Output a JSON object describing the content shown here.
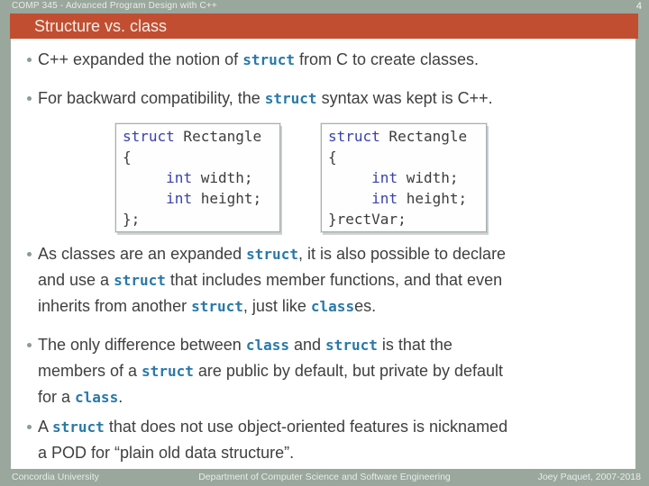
{
  "theme": {
    "slide_background": "#9aa79d",
    "accent_bar": "#c24e31",
    "content_background": "#ffffff",
    "body_text": "#3f3f3f",
    "inline_code_color": "#2979a9",
    "code_keyword_color": "#3a41ad"
  },
  "header": {
    "course": "COMP 345 - Advanced Program Design with C++",
    "page_number": "4",
    "title": "Structure vs. class"
  },
  "bullets": [
    {
      "lines": [
        [
          {
            "t": "C++ expanded the notion of "
          },
          {
            "t": "struct",
            "code": true
          },
          {
            "t": " from C to create classes."
          }
        ]
      ]
    },
    {
      "lines": [
        [
          {
            "t": "For backward compatibility, the "
          },
          {
            "t": "struct",
            "code": true
          },
          {
            "t": " syntax was kept is C++."
          }
        ]
      ]
    },
    {
      "lines": [
        [
          {
            "t": "As classes are an expanded "
          },
          {
            "t": "struct",
            "code": true
          },
          {
            "t": ", it is also possible to declare"
          }
        ],
        [
          {
            "t": "and use a "
          },
          {
            "t": "struct",
            "code": true
          },
          {
            "t": " that includes member functions, and that even"
          }
        ],
        [
          {
            "t": "inherits from another "
          },
          {
            "t": "struct",
            "code": true
          },
          {
            "t": ", just like "
          },
          {
            "t": "class",
            "code": true
          },
          {
            "t": "es."
          }
        ]
      ]
    },
    {
      "lines": [
        [
          {
            "t": "The only difference between "
          },
          {
            "t": "class",
            "code": true
          },
          {
            "t": " and "
          },
          {
            "t": "struct",
            "code": true
          },
          {
            "t": " is that the"
          }
        ],
        [
          {
            "t": "members of a "
          },
          {
            "t": "struct",
            "code": true
          },
          {
            "t": " are public by default, but private by default"
          }
        ],
        [
          {
            "t": "for a "
          },
          {
            "t": "class",
            "code": true
          },
          {
            "t": "."
          }
        ]
      ]
    },
    {
      "lines": [
        [
          {
            "t": "A "
          },
          {
            "t": "struct",
            "code": true
          },
          {
            "t": " that does not use object-oriented features is nicknamed"
          }
        ],
        [
          {
            "t": "a POD for “plain old data structure”."
          }
        ]
      ]
    }
  ],
  "code_blocks": [
    {
      "lines": [
        [
          {
            "t": "struct",
            "kw": true
          },
          {
            "t": " Rectangle"
          }
        ],
        [
          {
            "t": "{"
          }
        ],
        [
          {
            "t": "     "
          },
          {
            "t": "int",
            "kw": true
          },
          {
            "t": " width;"
          }
        ],
        [
          {
            "t": "     "
          },
          {
            "t": "int",
            "kw": true
          },
          {
            "t": " height;"
          }
        ],
        [
          {
            "t": "};"
          }
        ]
      ]
    },
    {
      "lines": [
        [
          {
            "t": "struct",
            "kw": true
          },
          {
            "t": " Rectangle"
          }
        ],
        [
          {
            "t": "{"
          }
        ],
        [
          {
            "t": "     "
          },
          {
            "t": "int",
            "kw": true
          },
          {
            "t": " width;"
          }
        ],
        [
          {
            "t": "     "
          },
          {
            "t": "int",
            "kw": true
          },
          {
            "t": " height;"
          }
        ],
        [
          {
            "t": "}rectVar;"
          }
        ]
      ]
    }
  ],
  "footer": {
    "left": "Concordia University",
    "center": "Department of Computer Science and Software Engineering",
    "right": "Joey Paquet, 2007-2018"
  }
}
